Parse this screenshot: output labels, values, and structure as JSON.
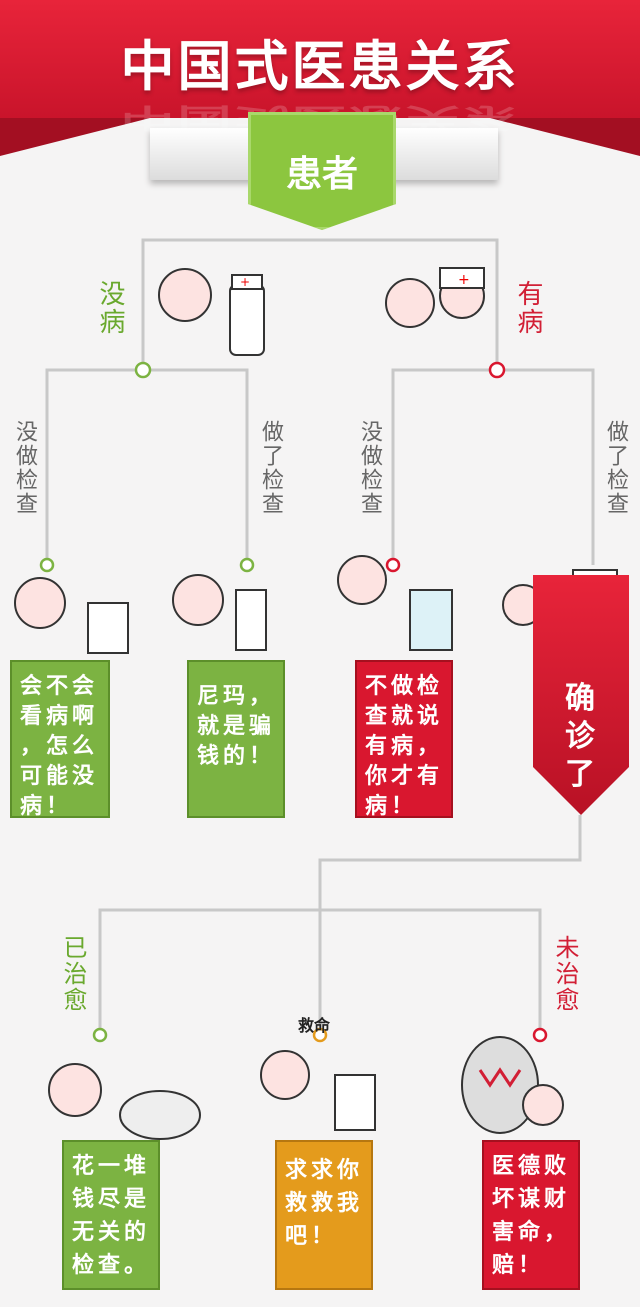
{
  "header": {
    "title": "中国式医患关系",
    "root": "患者"
  },
  "branches": {
    "no_disease": "没病",
    "has_disease": "有病",
    "no_exam_left": "没做检查",
    "did_exam_left": "做了检查",
    "no_exam_right": "没做检查",
    "did_exam_right": "做了检查",
    "cured": "已治愈",
    "not_cured": "未治愈",
    "help": "救命"
  },
  "cards": {
    "c1": [
      "会不会",
      "看病啊",
      "，怎么",
      "可能没",
      "病！"
    ],
    "c2": [
      "尼玛，",
      "就是骗",
      "钱的！"
    ],
    "c3": [
      "不做检",
      "查就说",
      "有病，",
      "你才有",
      "病！"
    ],
    "diagnosed": "确诊了",
    "c5": [
      "花一堆",
      "钱尽是",
      "无关的",
      "检查。"
    ],
    "c6": [
      "求求你",
      "救救我",
      "吧！"
    ],
    "c7": [
      "医德败",
      "坏谋财",
      "害命，",
      "赔！"
    ]
  },
  "colors": {
    "red": "#d9172f",
    "green": "#7cb342",
    "orange": "#e49b1c",
    "line": "#c8c8c8"
  }
}
